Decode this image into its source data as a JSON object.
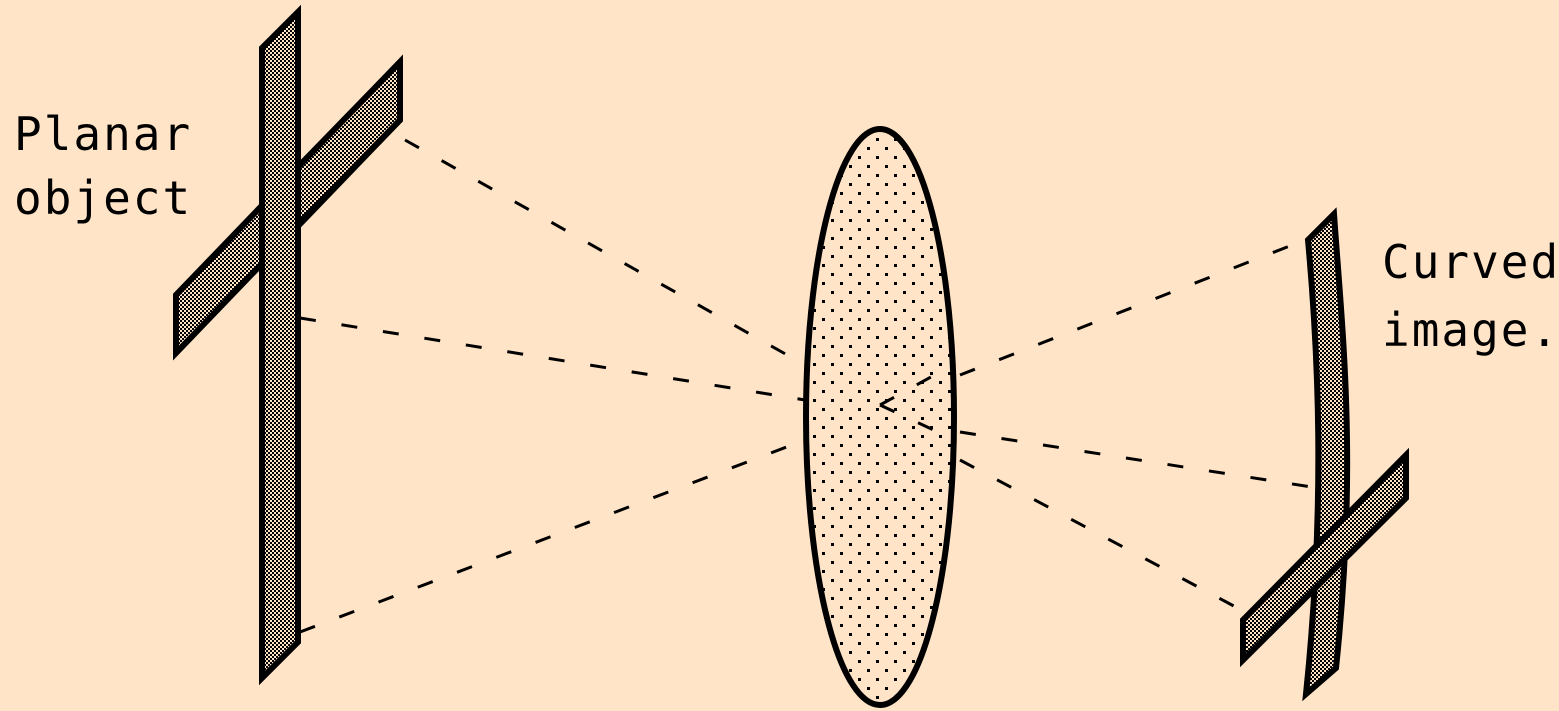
{
  "labels": {
    "object_line1": "Planar",
    "object_line2": "object",
    "image_line1": "Curved",
    "image_line2": "image."
  },
  "colors": {
    "background": "#ffe4c8",
    "outline": "#000000",
    "hatch_fill": "#c8b8a8"
  }
}
